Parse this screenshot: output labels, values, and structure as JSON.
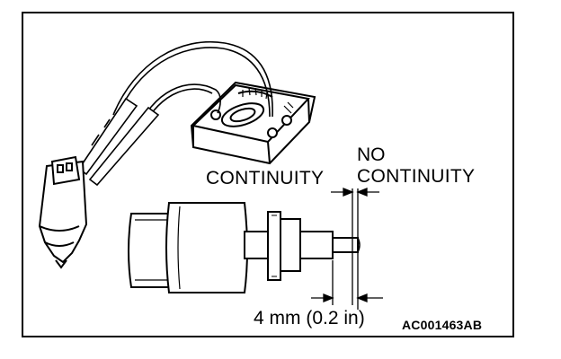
{
  "labels": {
    "continuity": "CONTINUITY",
    "no": "NO",
    "no_continuity": "CONTINUITY",
    "dimension": "4 mm (0.2 in)",
    "figure_code": "AC001463AB"
  },
  "icons": [
    "ohmmeter-icon",
    "test-leads-icon",
    "switch-connector-icon",
    "stoplight-switch-icon",
    "dimension-arrow-icon"
  ],
  "colors": {
    "line": "#000000",
    "background": "#ffffff"
  }
}
